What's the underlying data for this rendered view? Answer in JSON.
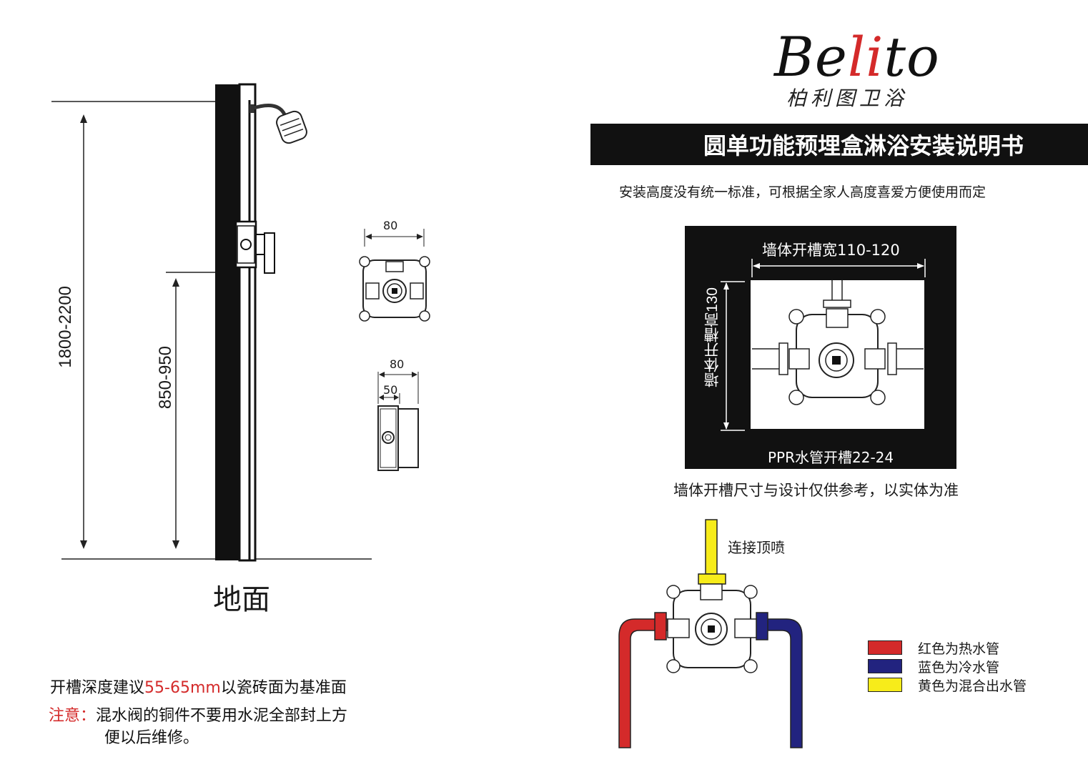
{
  "logo": {
    "word_pre": "Be",
    "word_mid": "li",
    "word_post": "to",
    "cn": "柏利图卫浴"
  },
  "title": "圆单功能预埋盒淋浴安装说明书",
  "subtitle": "安装高度没有统一标准，可根据全家人高度喜爱方便使用而定",
  "left": {
    "dim_total": "1800-2200",
    "dim_valve": "850-950",
    "floor_label": "地面",
    "top_box_width": "80",
    "side_box_width": "80",
    "side_box_depth": "50"
  },
  "slot": {
    "width_label": "墙体开槽宽110-120",
    "height_label": "墙体开槽高130",
    "pipe_label": "PPR水管开槽22-24",
    "note": "墙体开槽尺寸与设计仅供参考，以实体为准"
  },
  "pipes": {
    "top_label": "连接顶喷"
  },
  "legend": [
    {
      "label": "红色为热水管",
      "color": "#d42a2a"
    },
    {
      "label": "蓝色为冷水管",
      "color": "#22237f"
    },
    {
      "label": "黄色为混合出水管",
      "color": "#f7ec1a"
    }
  ],
  "notes": {
    "line1_pre": "开槽深度建议",
    "line1_red": "55-65mm",
    "line1_post": "以瓷砖面为基准面",
    "line2_red": "注意：",
    "line2_text": "混水阀的铜件不要用水泥全部封上方",
    "line3_text": "便以后维修。"
  },
  "colors": {
    "hot": "#d42a2a",
    "cold": "#22237f",
    "mix": "#f7ec1a",
    "accent_red": "#d42a2a"
  }
}
